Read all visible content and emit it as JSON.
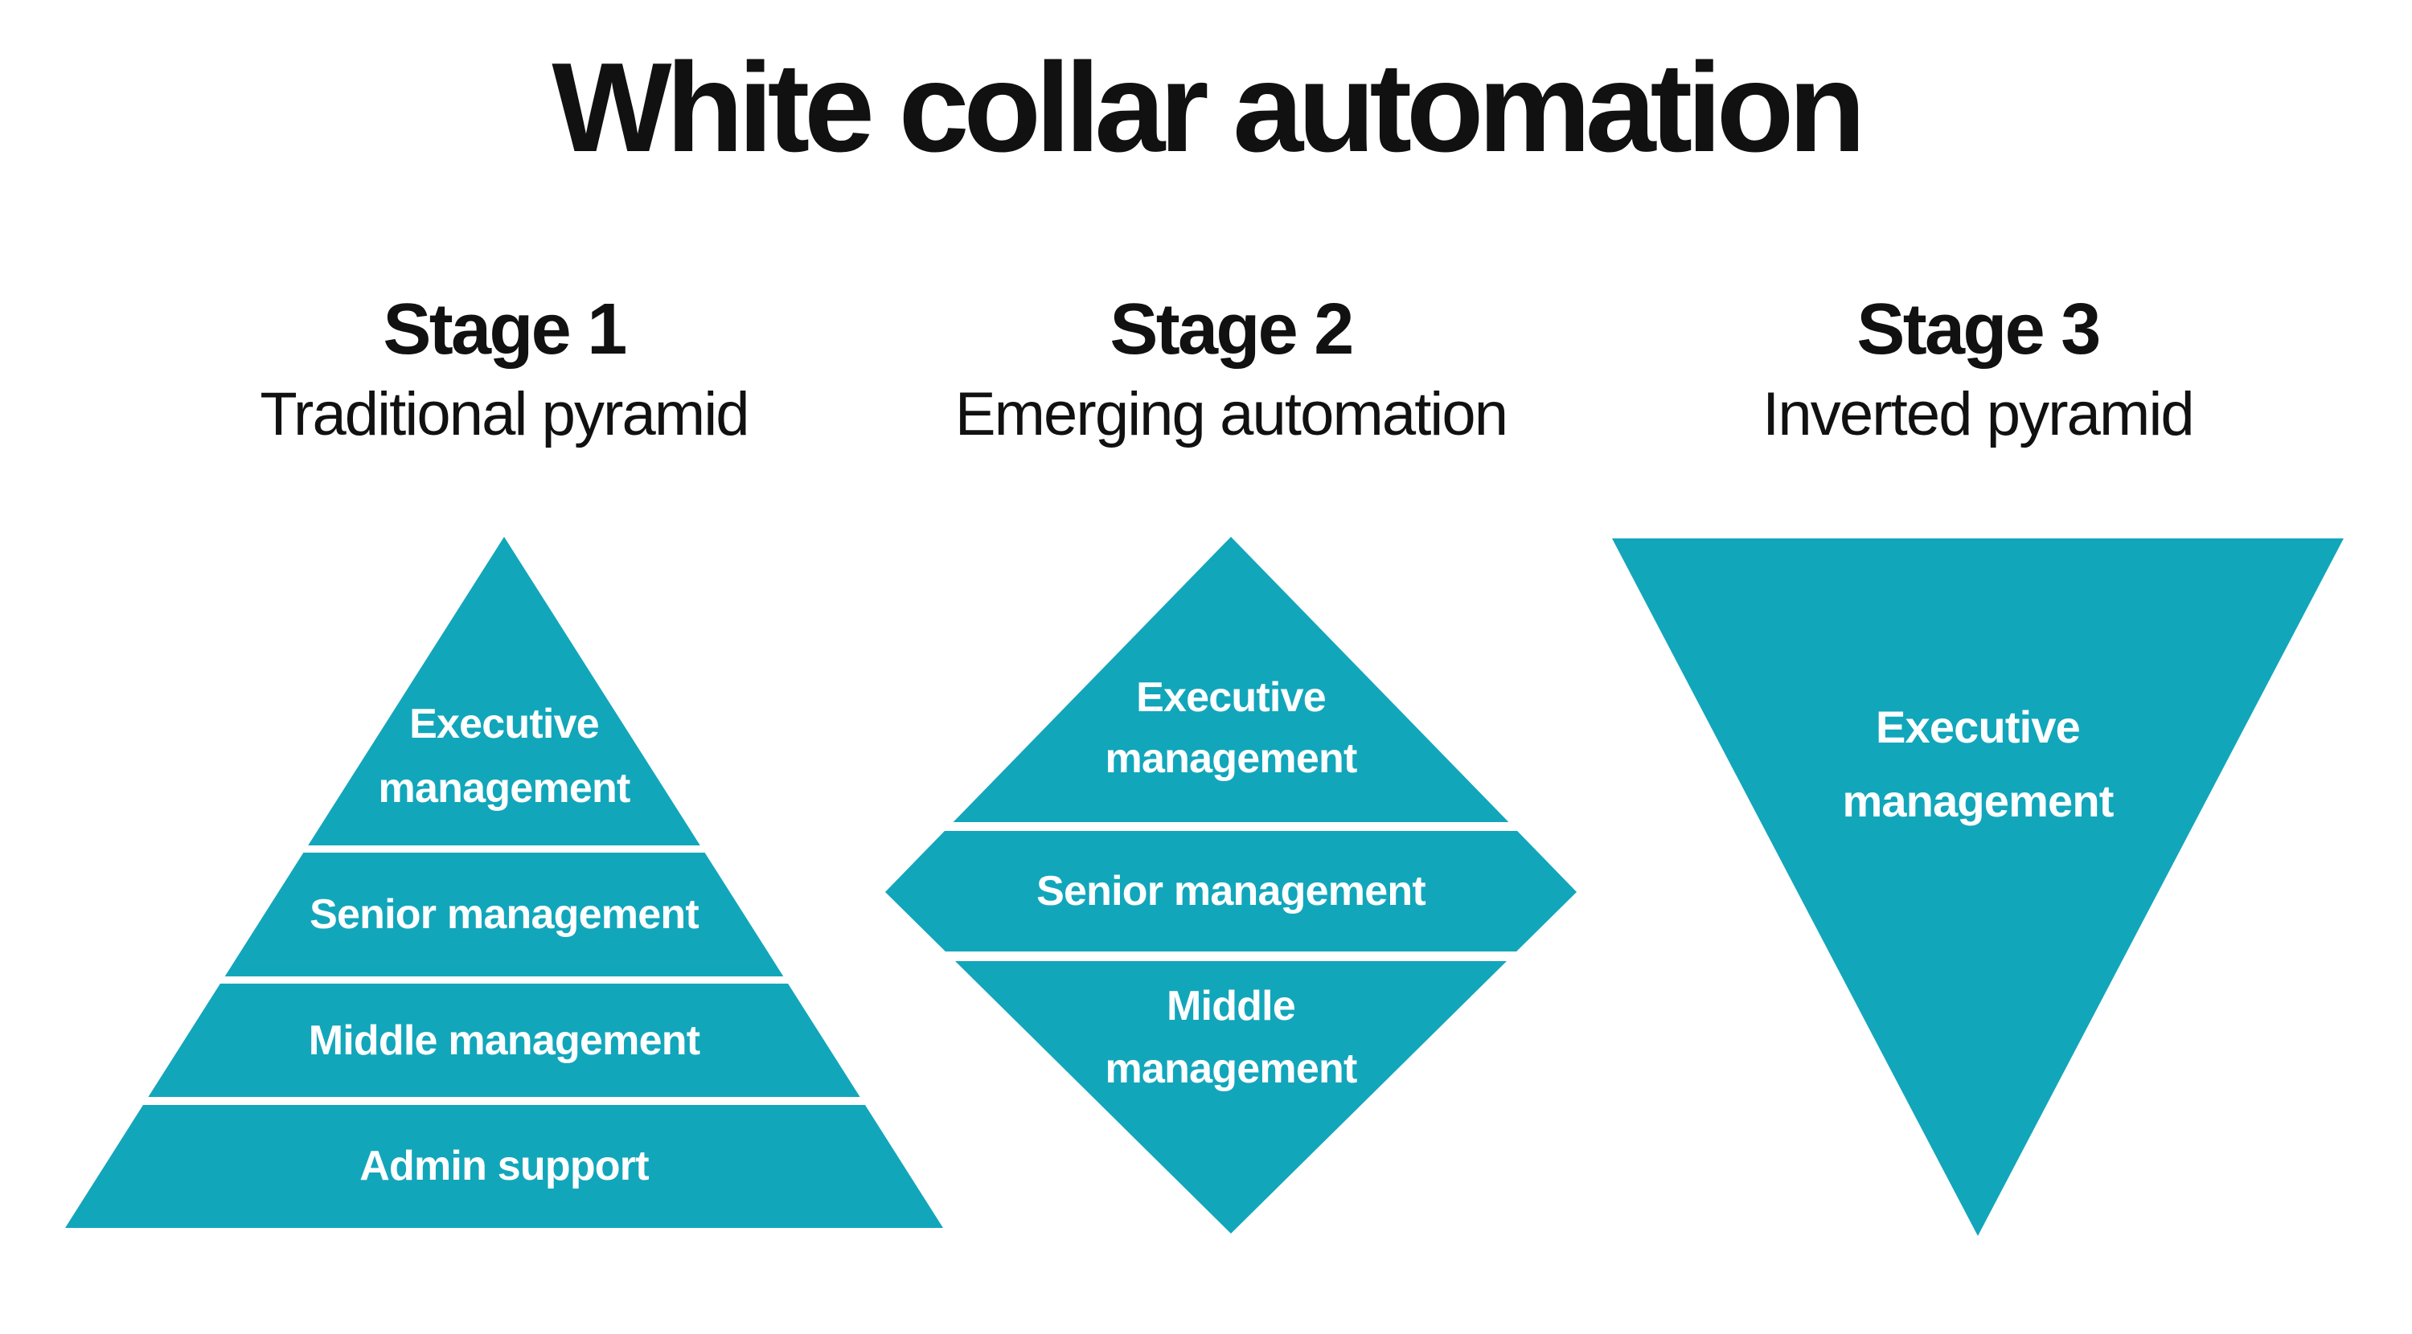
{
  "title": "White collar automation",
  "colors": {
    "accent": "#12a6bb",
    "text": "#111111",
    "shape_label": "#ffffff",
    "background": "#ffffff"
  },
  "stages": [
    {
      "id": "stage-1",
      "heading": "Stage 1",
      "subheading": "Traditional pyramid",
      "shape": "pyramid",
      "levels": [
        "Executive management",
        "Senior management",
        "Middle management",
        "Admin support"
      ]
    },
    {
      "id": "stage-2",
      "heading": "Stage 2",
      "subheading": "Emerging automation",
      "shape": "diamond",
      "levels": [
        "Executive management",
        "Senior management",
        "Middle management"
      ]
    },
    {
      "id": "stage-3",
      "heading": "Stage 3",
      "subheading": "Inverted pyramid",
      "shape": "inverted-pyramid",
      "levels": [
        "Executive management"
      ]
    }
  ]
}
